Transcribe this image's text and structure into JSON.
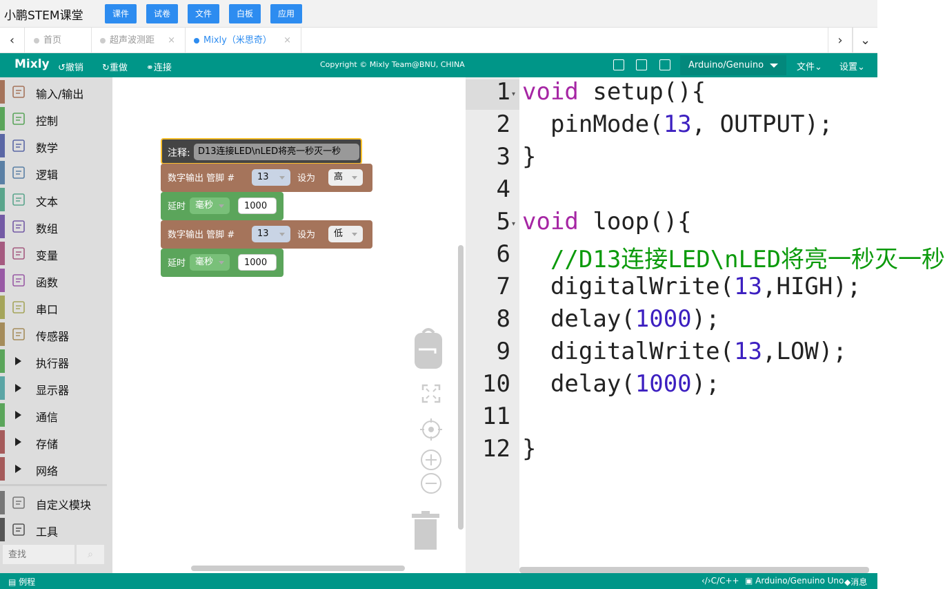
{
  "app": {
    "title": "小鹏STEM课堂"
  },
  "nav": [
    "课件",
    "试卷",
    "文件",
    "白板",
    "应用"
  ],
  "tabs": [
    {
      "label": "首页",
      "active": false
    },
    {
      "label": "超声波测距",
      "active": false
    },
    {
      "label": "Mixly（米思奇）",
      "active": true
    }
  ],
  "toolbar": {
    "logo": "Mixly",
    "undo": "撤销",
    "redo": "重做",
    "connect": "连接",
    "copyright": "Copyright © Mixly Team@BNU, CHINA",
    "board": "Arduino/Genuino",
    "file_menu": "文件",
    "settings_menu": "设置"
  },
  "categories": [
    {
      "label": "输入/输出",
      "color": "#a5745b",
      "icon": "io-icon"
    },
    {
      "label": "控制",
      "color": "#5ba55b",
      "icon": "control-icon"
    },
    {
      "label": "数学",
      "color": "#5b67a5",
      "icon": "math-icon"
    },
    {
      "label": "逻辑",
      "color": "#5b80a5",
      "icon": "logic-icon"
    },
    {
      "label": "文本",
      "color": "#5ba58c",
      "icon": "text-icon"
    },
    {
      "label": "数组",
      "color": "#745ba5",
      "icon": "array-icon"
    },
    {
      "label": "变量",
      "color": "#a55b80",
      "icon": "variable-icon"
    },
    {
      "label": "函数",
      "color": "#995ba5",
      "icon": "function-icon"
    },
    {
      "label": "串口",
      "color": "#a5a55b",
      "icon": "serial-icon"
    },
    {
      "label": "传感器",
      "color": "#a58c5b",
      "icon": "sensor-icon"
    },
    {
      "label": "执行器",
      "color": "#5ba55b",
      "icon": "expand-arrow"
    },
    {
      "label": "显示器",
      "color": "#5ba5a5",
      "icon": "expand-arrow"
    },
    {
      "label": "通信",
      "color": "#5ba55b",
      "icon": "expand-arrow"
    },
    {
      "label": "存储",
      "color": "#a55b5b",
      "icon": "expand-arrow"
    },
    {
      "label": "网络",
      "color": "#a55b5b",
      "icon": "expand-arrow"
    }
  ],
  "custom_categories": [
    {
      "label": "自定义模块",
      "color": "#777777",
      "icon": "custom-module-icon"
    },
    {
      "label": "工具",
      "color": "#555555",
      "icon": "tools-icon"
    }
  ],
  "search": {
    "placeholder": "查找"
  },
  "blocks": {
    "comment": {
      "label": "注释:",
      "text": "D13连接LED\\nLED将亮一秒灭一秒"
    },
    "dw1": {
      "label": "数字输出 管脚 #",
      "pin": "13",
      "set_label": "设为",
      "value": "高"
    },
    "delay1": {
      "label": "延时",
      "unit": "毫秒",
      "value": "1000"
    },
    "dw2": {
      "label": "数字输出 管脚 #",
      "pin": "13",
      "set_label": "设为",
      "value": "低"
    },
    "delay2": {
      "label": "延时",
      "unit": "毫秒",
      "value": "1000"
    },
    "colors": {
      "io": "#a5745b",
      "control": "#5ba55b",
      "comment": "#444444",
      "highlight": "#fbc02d"
    }
  },
  "code": {
    "line_numbers": [
      "1",
      "2",
      "3",
      "4",
      "5",
      "6",
      "7",
      "8",
      "9",
      "10",
      "11",
      "12"
    ],
    "l1_kw": "void",
    "l1_rest": " setup(){",
    "l2_a": "  pinMode(",
    "l2_num": "13",
    "l2_b": ", OUTPUT);",
    "l3": "}",
    "l5_kw": "void",
    "l5_rest": " loop(){",
    "l6_comment": "  //D13连接LED\\nLED将亮一秒灭一秒",
    "l7_a": "  digitalWrite(",
    "l7_num": "13",
    "l7_b": ",HIGH);",
    "l8_a": "  delay(",
    "l8_num": "1000",
    "l8_b": ");",
    "l9_a": "  digitalWrite(",
    "l9_num": "13",
    "l9_b": ",LOW);",
    "l10_a": "  delay(",
    "l10_num": "1000",
    "l10_b": ");",
    "l12": "}"
  },
  "status": {
    "examples": "例程",
    "language": "C/C++",
    "board": "Arduino/Genuino Uno",
    "messages": "消息"
  },
  "theme": {
    "accent": "#009688",
    "nav_button": "#2d8cf0"
  }
}
